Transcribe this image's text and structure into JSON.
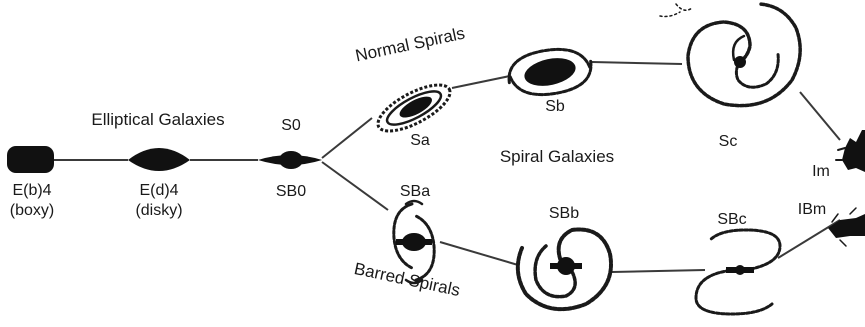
{
  "diagram": {
    "headings": {
      "elliptical": "Elliptical Galaxies",
      "normal": "Normal Spirals",
      "spiral": "Spiral Galaxies",
      "barred": "Barred Spirals"
    },
    "labels": {
      "e_boxy_1": "E(b)4",
      "e_boxy_2": "(boxy)",
      "e_disky_1": "E(d)4",
      "e_disky_2": "(disky)",
      "s0": "S0",
      "sb0": "SB0",
      "sa": "Sa",
      "sb": "Sb",
      "sc": "Sc",
      "im": "Im",
      "sba": "SBa",
      "sbb": "SBb",
      "sbc": "SBc",
      "ibm": "IBm"
    }
  }
}
